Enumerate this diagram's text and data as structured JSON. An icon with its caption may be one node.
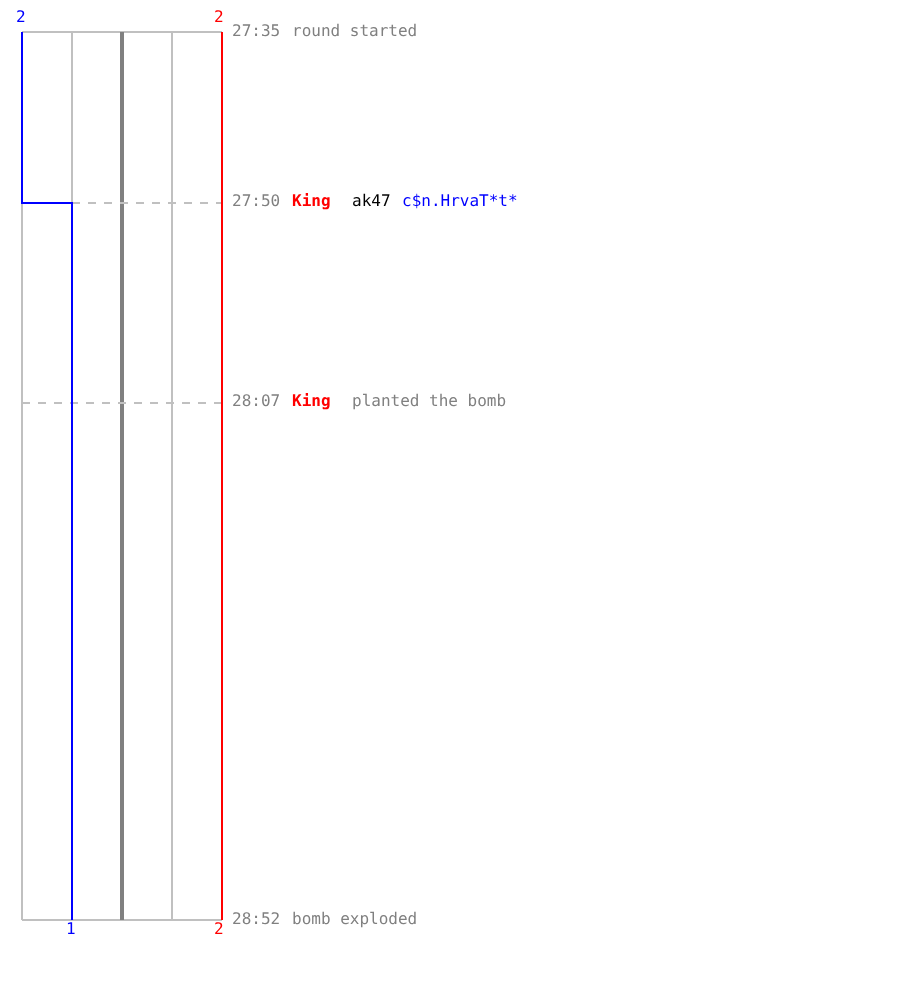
{
  "diagram": {
    "labels": [
      "2",
      "2",
      "27:35",
      "round started",
      "27:50",
      "King",
      "ak47",
      "c$n.HrvaT*t*",
      "28:07",
      "King",
      "planted the bomb",
      "28:52",
      "bomb exploded",
      "1",
      "2"
    ]
  }
}
